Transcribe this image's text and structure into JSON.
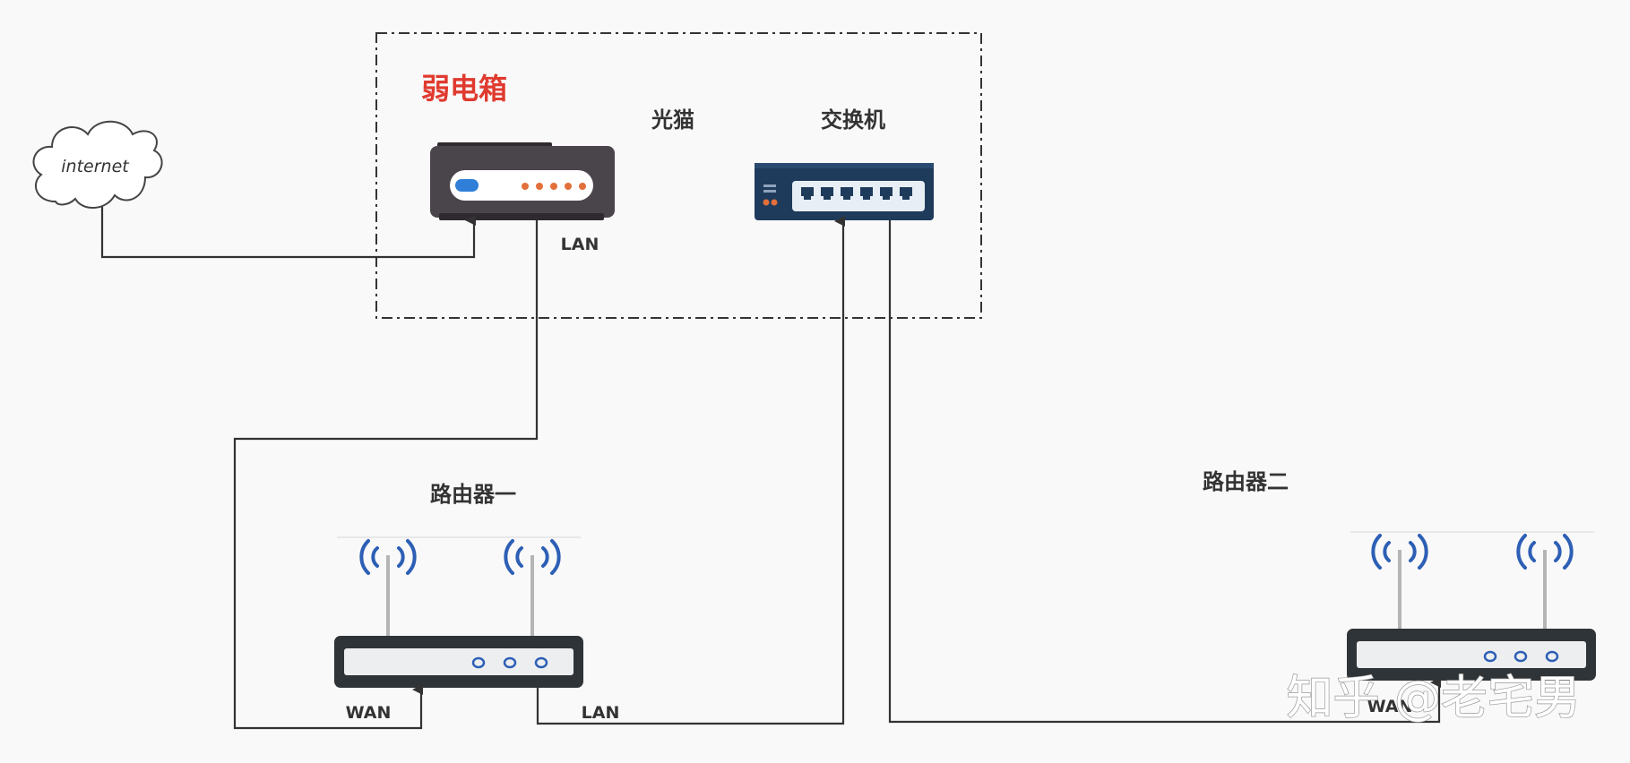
{
  "colors": {
    "accent_red": "#e03a2f",
    "line": "#333333",
    "device_dark": "#4a444b",
    "switch_navy": "#1f3b5c",
    "antenna_blue": "#2d5fb5",
    "led_orange": "#e2703a",
    "led_blue": "#2f7ed8"
  },
  "enclosure": {
    "title": "弱电箱"
  },
  "cloud": {
    "label": "internet"
  },
  "devices": {
    "modem": {
      "label": "光猫",
      "port_label": "LAN",
      "icon": "optical-modem-icon"
    },
    "switch": {
      "label": "交换机",
      "icon": "network-switch-icon"
    },
    "router1": {
      "label": "路由器一",
      "wan_label": "WAN",
      "lan_label": "LAN",
      "icon": "wifi-router-icon"
    },
    "router2": {
      "label": "路由器二",
      "wan_label": "WAN",
      "icon": "wifi-router-icon"
    }
  },
  "watermark": {
    "text": "知乎 @老宅男"
  }
}
